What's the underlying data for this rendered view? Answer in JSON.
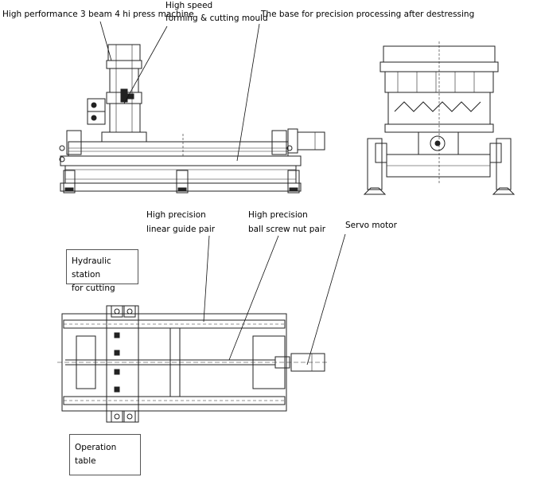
{
  "labels": {
    "press_machine": "High performance 3 beam 4 hi press machine",
    "forming_mould_line1": "High speed",
    "forming_mould_line2": "forming & cutting mould",
    "base": "The base for precision processing after destressing",
    "guide_line1": "High precision",
    "guide_line2": "linear guide pair",
    "ballscrew_line1": "High precision",
    "ballscrew_line2": "ball screw nut pair",
    "servo": "Servo motor",
    "hydraulic_line1": "Hydraulic station",
    "hydraulic_line2": "for cutting",
    "operation_table": "Operation table"
  }
}
